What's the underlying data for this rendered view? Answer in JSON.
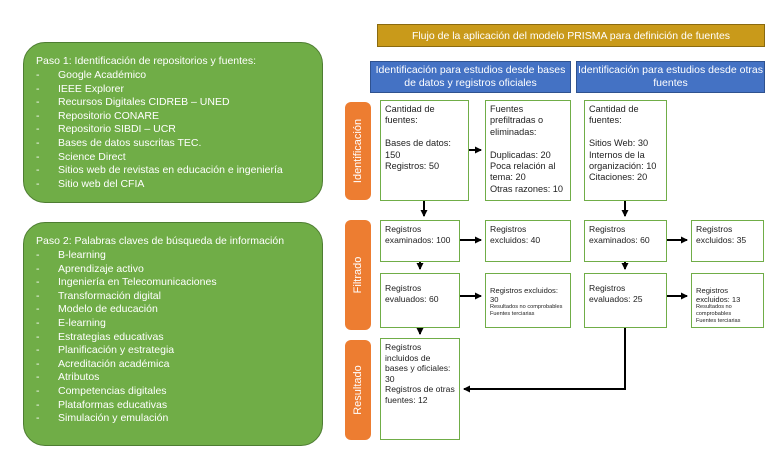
{
  "step1": {
    "title": "Paso 1: Identificación de repositorios y fuentes:",
    "items": [
      "Google Académico",
      "IEEE Explorer",
      "Recursos Digitales CIDREB – UNED",
      "Repositorio CONARE",
      "Repositorio SIBDI – UCR",
      "Bases de datos suscritas TEC.",
      "Science Direct",
      "Sitios web de revistas en educación e ingeniería",
      "Sitio web del CFIA"
    ]
  },
  "step2": {
    "title": "Paso 2: Palabras claves de búsqueda de información",
    "items": [
      "B-learning",
      "Aprendizaje activo",
      "Ingeniería en Telecomunicaciones",
      "Transformación digital",
      "Modelo de educación",
      "E-learning",
      "Estrategias educativas",
      "Planificación y estrategia",
      "Acreditación académica",
      "Atributos",
      "Competencias digitales",
      "Plataformas educativas",
      "Simulación y emulación"
    ]
  },
  "flow": {
    "title": "Flujo de la aplicación del modelo PRISMA para definición de fuentes",
    "col1_header": "Identificación para estudios desde bases de datos y registros oficiales",
    "col2_header": "Identificación para estudios desde otras fuentes",
    "phases": [
      "Identificación",
      "Filtrado",
      "Resultado"
    ],
    "boxes": {
      "id_db": "Cantidad de fuentes:\n\nBases de datos: 150\nRegistros: 50",
      "prefilter": "Fuentes prefiltradas o eliminadas:\n\nDuplicadas: 20\nPoca relación al tema: 20\nOtras razones: 10",
      "id_other": "Cantidad de fuentes:\n\nSitios Web: 30\nInternos de la organización: 10\nCitaciones: 20",
      "exam_db": "Registros examinados: 100",
      "excl_db": "Registros excluidos: 40",
      "exam_other": "Registros examinados: 60",
      "excl_other": "Registros excluidos: 35",
      "eval_db": "Registros evaluados: 60",
      "excl2_db_title": "Registros excluidos: 30",
      "excl2_db_small": "Resultados no comprobables\nFuentes terciarias",
      "eval_other": "Registros evaluados: 25",
      "excl2_other_title": "Registros excluidos: 13",
      "excl2_other_small": "Resultados no comprobables\nFuentes terciarias",
      "result": "Registros incluidos de bases y oficiales: 30\nRegistros de otras fuentes: 12"
    }
  }
}
